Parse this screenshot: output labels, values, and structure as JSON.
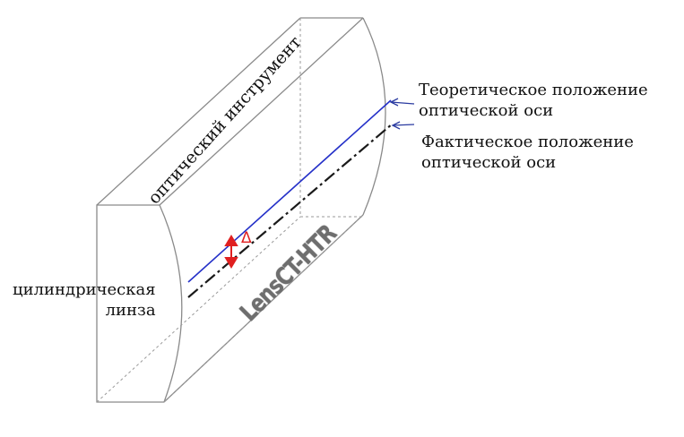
{
  "labels": {
    "theoretical_axis": [
      "Теоретическое положение",
      "оптической оси"
    ],
    "actual_axis": [
      "Фактическое положение",
      "оптической оси"
    ],
    "optical_instrument": "оптический инструмент",
    "cylindrical_lens": [
      "цилиндрическая",
      "линза"
    ],
    "brand": "LensCT-HTR",
    "delta": "Δ"
  },
  "colors": {
    "outline": "#8a8a8a",
    "theoretical_axis": "#2430c8",
    "actual_axis": "#1a1a1a",
    "arrow": "#2a3aa0",
    "delta": "#e02020"
  }
}
